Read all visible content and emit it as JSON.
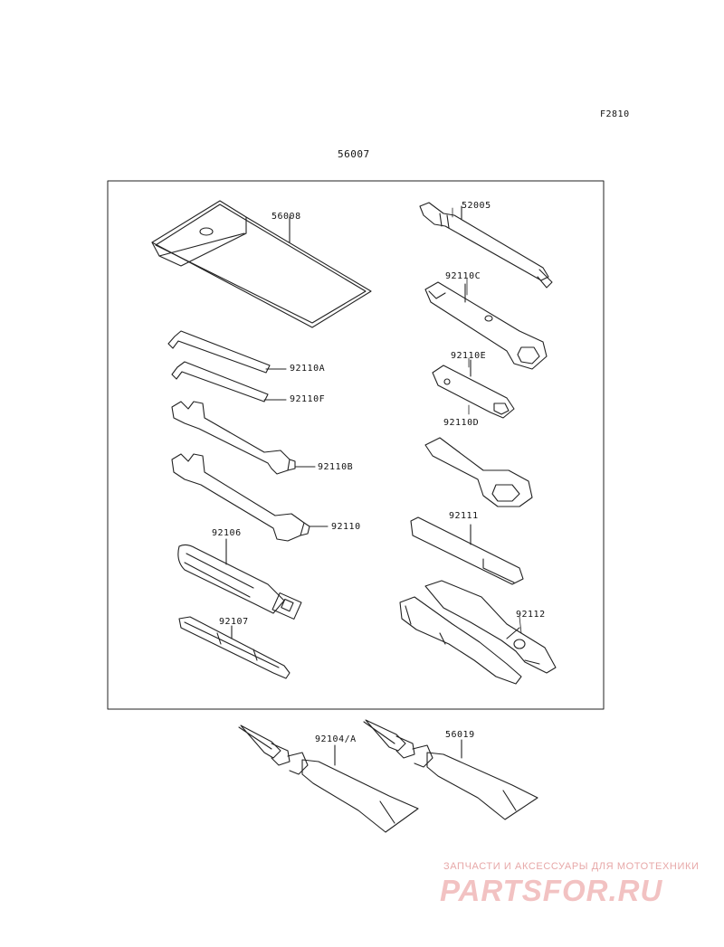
{
  "figure_code": "F2810",
  "kit_part": "56007",
  "parts": {
    "bag": "56008",
    "hex_key_a": "92110A",
    "hex_key_f": "92110F",
    "wrench_b": "92110B",
    "wrench": "92110",
    "handle": "92106",
    "screwdriver": "92107",
    "extension": "52005",
    "box_wrench_c": "92110C",
    "box_wrench_e": "92110E",
    "box_wrench_d": "92110D",
    "ring_wrench": "92111",
    "pliers": "92112",
    "grease_a": "92104/A",
    "grease_b": "56019"
  },
  "watermark": {
    "line1": "ЗАПЧАСТИ И АКСЕССУАРЫ ДЛЯ МОТОТЕХНИКИ",
    "line2": "PARTSFOR.RU"
  },
  "colors": {
    "ink": "#222222",
    "watermark": "#e7a8a8"
  }
}
